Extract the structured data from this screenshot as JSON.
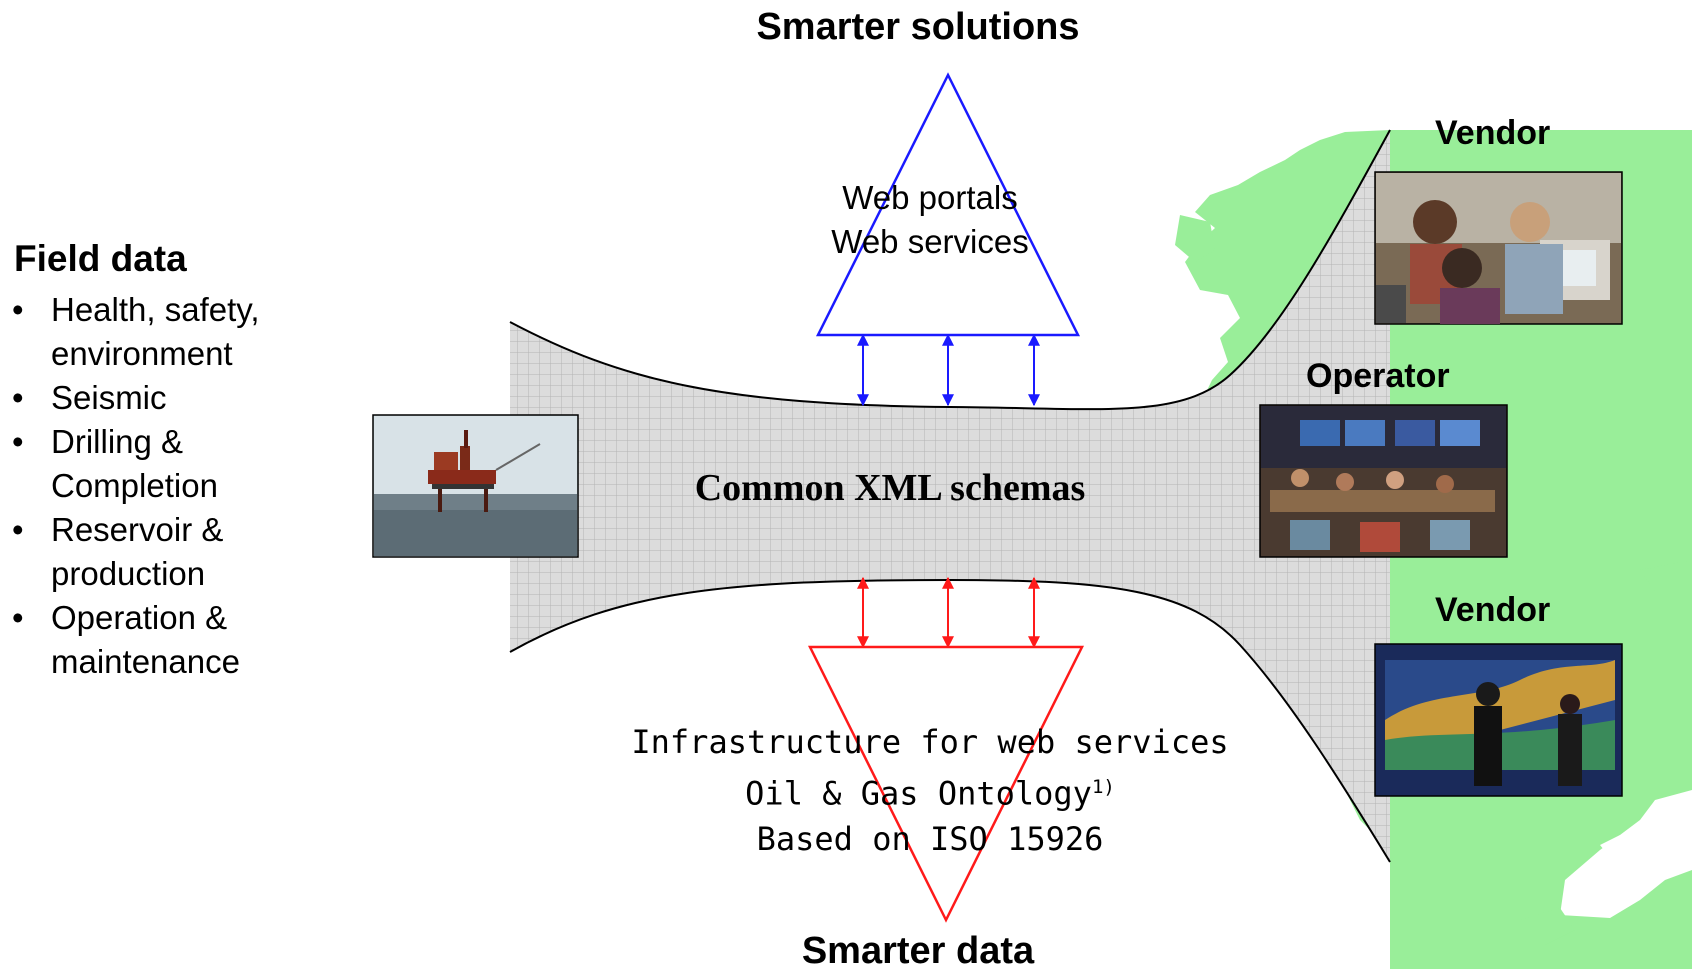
{
  "titles": {
    "top": "Smarter solutions",
    "bottom": "Smarter data"
  },
  "field_data": {
    "title": "Field data",
    "items": [
      "Health, safety, environment",
      "Seismic",
      "Drilling & Completion",
      "Reservoir & production",
      "Operation & maintenance"
    ],
    "bullet": "•"
  },
  "top_triangle": {
    "lines": [
      "Web portals",
      "Web services"
    ],
    "color": "#1a1aff"
  },
  "center": {
    "label": "Common XML schemas"
  },
  "bottom_triangle": {
    "lines": [
      "Infrastructure for web services",
      "Oil & Gas Ontology",
      "Based on ISO 15926"
    ],
    "footnote_marker": "1)",
    "color": "#ff1a1a"
  },
  "roles": {
    "vendor_top": "Vendor",
    "operator": "Operator",
    "vendor_bottom": "Vendor"
  },
  "images": {
    "left": "offshore-platform-photo",
    "vendor_top": "people-at-computer-photo",
    "operator": "control-room-photo",
    "vendor_bottom": "visualization-room-photo"
  },
  "colors": {
    "map_green": "#99ee99",
    "funnel_fill": "#dcdcdc",
    "arrow_blue": "#1a1aff",
    "arrow_red": "#ff1a1a"
  }
}
